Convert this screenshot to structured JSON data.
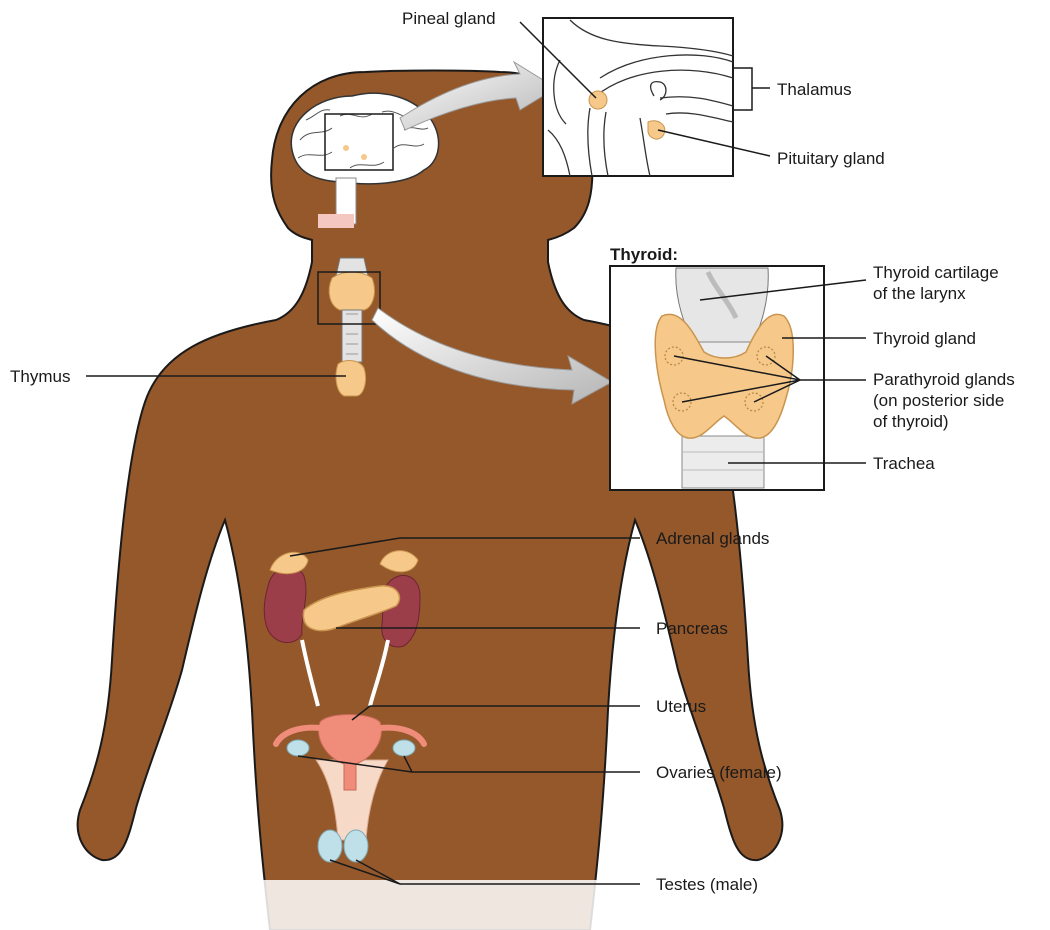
{
  "labels": {
    "pineal": "Pineal gland",
    "thalamus": "Thalamus",
    "pituitary": "Pituitary gland",
    "thyroid_heading": "Thyroid:",
    "thyroid_cartilage": [
      "Thyroid cartilage",
      "of the larynx"
    ],
    "thyroid_gland": "Thyroid gland",
    "parathyroid": [
      "Parathyroid glands",
      "(on posterior side",
      "of thyroid)"
    ],
    "trachea": "Trachea",
    "thymus": "Thymus",
    "adrenal": "Adrenal glands",
    "pancreas": "Pancreas",
    "uterus": "Uterus",
    "ovaries": "Ovaries (female)",
    "testes": "Testes (male)"
  },
  "colors": {
    "skin": "#94582b",
    "skin_outline": "#1a1a1a",
    "gland": "#f6c98a",
    "kidney": "#9c3d4a",
    "uterus": "#ef8c7a",
    "testes": "#bfe0e8",
    "trachea": "#e3e3e3",
    "arrow": "#c8c8c8"
  }
}
